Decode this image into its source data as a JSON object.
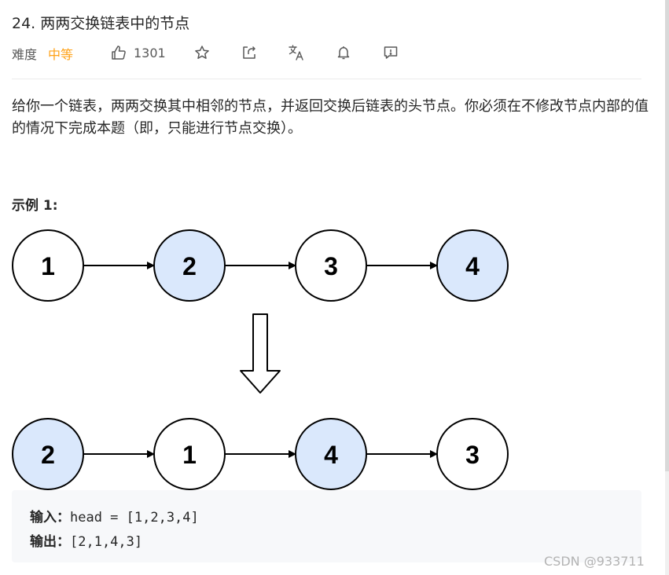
{
  "problem": {
    "title": "24. 两两交换链表中的节点",
    "difficulty_label": "难度",
    "difficulty_value": "中等",
    "like_count": "1301"
  },
  "icons": {
    "like": "thumbs-up-icon",
    "star": "star-icon",
    "share": "share-icon",
    "translate": "translate-icon",
    "bell": "bell-icon",
    "feedback": "feedback-icon"
  },
  "description": "给你一个链表，两两交换其中相邻的节点，并返回交换后链表的头节点。你必须在不修改节点内部的值的情况下完成本题（即，只能进行节点交换）。",
  "example": {
    "heading": "示例 1:",
    "before_nodes": [
      "1",
      "2",
      "3",
      "4"
    ],
    "after_nodes": [
      "2",
      "1",
      "4",
      "3"
    ],
    "input_label": "输入：",
    "input_value": "head = [1,2,3,4]",
    "output_label": "输出：",
    "output_value": "[2,1,4,3]"
  },
  "colors": {
    "difficulty_medium": "#ffa116",
    "highlight_node_fill": "#dae8fc",
    "node_stroke": "#000000"
  },
  "watermark": "CSDN @933711"
}
